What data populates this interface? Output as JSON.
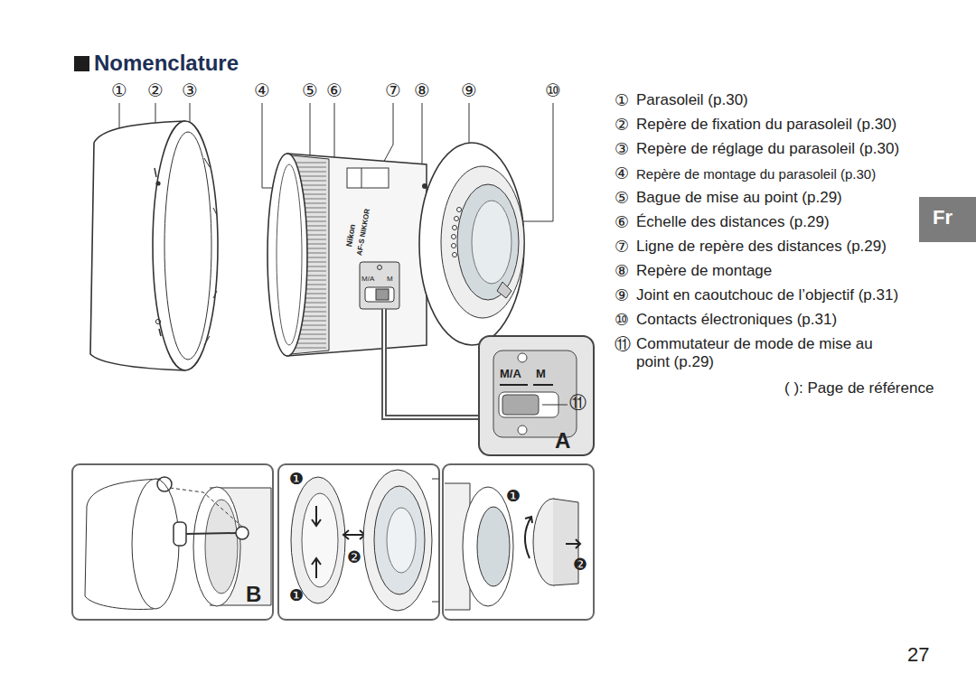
{
  "diagram": {
    "title": "Nomenclature",
    "nodes": [
      {
        "text": [
          "M/A",
          "M",
          "⑪",
          "A"
        ]
      },
      {
        "text": [
          "B"
        ]
      },
      {
        "text": [
          "❶",
          "❷",
          "❶"
        ]
      },
      {
        "text": [
          "❶",
          "❷"
        ]
      },
      {
        "text": [
          "Fr"
        ]
      }
    ],
    "labels": [
      "①",
      "②",
      "③",
      "④",
      "⑤",
      "⑥",
      "⑦",
      "⑧",
      "⑨",
      "⑩",
      "①",
      "Parasoleil (p.30)",
      "②",
      "Repère de fixation du parasoleil (p.30)",
      "③",
      "Repère de réglage du parasoleil (p.30)",
      "④",
      "Repère de montage du parasoleil (p.30)",
      "⑤",
      "Bague de mise au point (p.29)",
      "⑥",
      "Échelle des distances (p.29)",
      "⑦",
      "Ligne de repère des distances (p.29)",
      "⑧",
      "Repère de montage",
      "⑨",
      "Joint en caoutchouc de l’objectif (p.31)",
      "⑩",
      "Contacts électroniques (p.31)",
      "⑪",
      "Commutateur de mode de mise au point (p.29)",
      "( ): Page de référence",
      "27",
      "Nikon",
      "AF-S NIKKOR",
      "M/A",
      "M"
    ]
  }
}
